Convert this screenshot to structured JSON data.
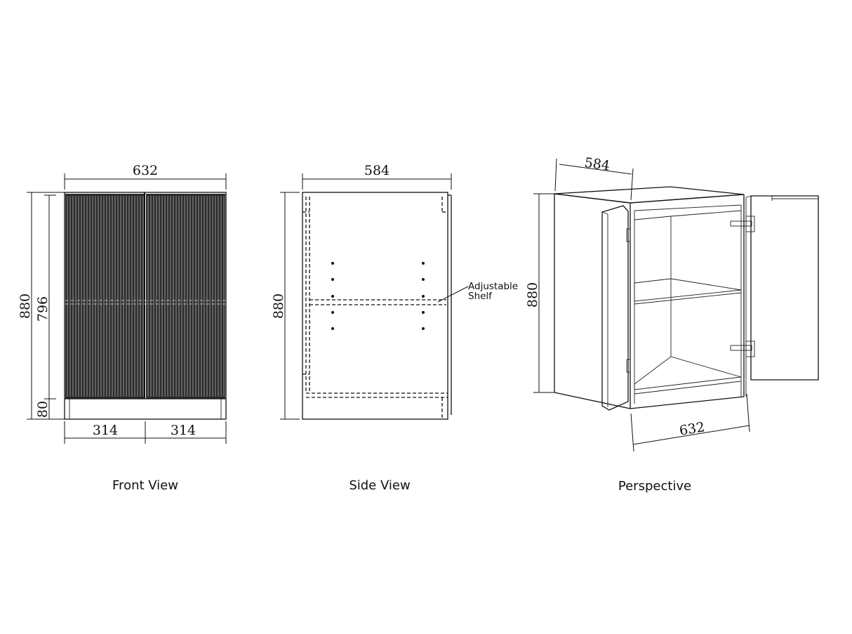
{
  "front_view": {
    "caption": "Front View",
    "width": "632",
    "height": "880",
    "door_height": "796",
    "plinth": "80",
    "door_left": "314",
    "door_right": "314"
  },
  "side_view": {
    "caption": "Side View",
    "depth": "584",
    "height": "880",
    "shelf_label_1": "Adjustable",
    "shelf_label_2": "Shelf"
  },
  "perspective": {
    "caption": "Perspective",
    "depth": "584",
    "height": "880",
    "width": "632"
  }
}
